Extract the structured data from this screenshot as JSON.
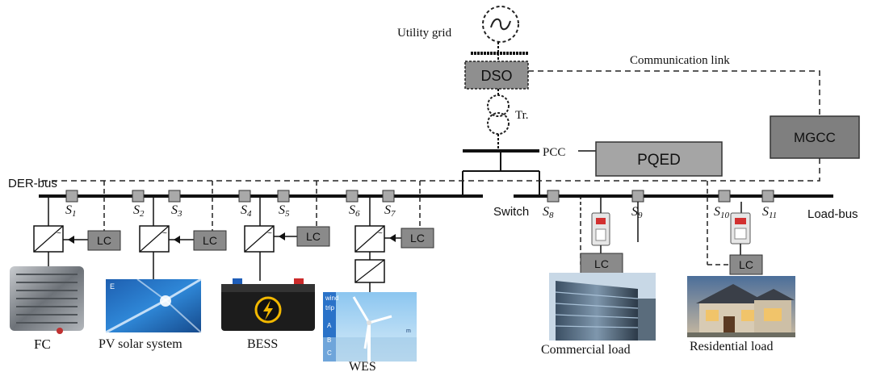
{
  "diagram": {
    "utility_grid": "Utility grid",
    "dso": "DSO",
    "transformer": "Tr.",
    "communication_link": "Communication link",
    "mgcc": "MGCC",
    "pcc": "PCC",
    "pqed": "PQED",
    "der_bus": "DER-bus",
    "load_bus": "Load-bus",
    "switch": "Switch",
    "lc": "LC",
    "switches": {
      "s1": {
        "base": "S",
        "sub": "1"
      },
      "s2": {
        "base": "S",
        "sub": "2"
      },
      "s3": {
        "base": "S",
        "sub": "3"
      },
      "s4": {
        "base": "S",
        "sub": "4"
      },
      "s5": {
        "base": "S",
        "sub": "5"
      },
      "s6": {
        "base": "S",
        "sub": "6"
      },
      "s7": {
        "base": "S",
        "sub": "7"
      },
      "s8": {
        "base": "S",
        "sub": "8"
      },
      "s9": {
        "base": "S",
        "sub": "9"
      },
      "s10": {
        "base": "S",
        "sub": "10"
      },
      "s11": {
        "base": "S",
        "sub": "11"
      }
    },
    "sources": {
      "fc": "FC",
      "pv": "PV solar system",
      "bess": "BESS",
      "wes": "WES"
    },
    "loads": {
      "commercial": "Commercial load",
      "residential": "Residential load"
    },
    "wes_panel": {
      "wind": "wind",
      "trip": "trip",
      "a": "A",
      "b": "B",
      "c": "C",
      "m": "m"
    },
    "pv_panel": {
      "e": "E"
    }
  }
}
